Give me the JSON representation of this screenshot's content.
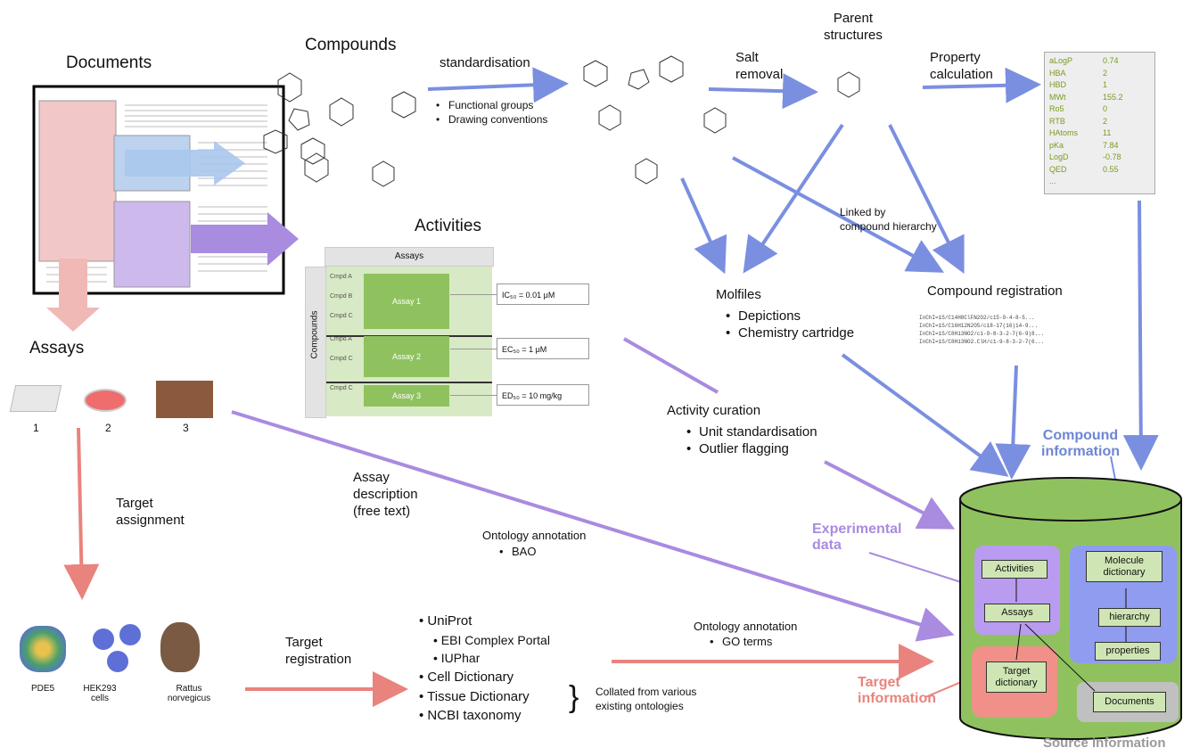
{
  "documents": {
    "title": "Documents"
  },
  "compounds": {
    "title": "Compounds",
    "standardisation": "standardisation",
    "bullets": [
      "Functional groups",
      "Drawing conventions"
    ]
  },
  "salt_removal": "Salt\nremoval",
  "parent_structures": "Parent\nstructures",
  "property_calculation": "Property\ncalculation",
  "properties_table": [
    [
      "aLogP",
      "0.74"
    ],
    [
      "HBA",
      "2"
    ],
    [
      "HBD",
      "1"
    ],
    [
      "MWt",
      "155.2"
    ],
    [
      "Ro5",
      "0"
    ],
    [
      "RTB",
      "2"
    ],
    [
      "HAtoms",
      "11"
    ],
    [
      "pKa",
      "7.84"
    ],
    [
      "LogD",
      "-0.78"
    ],
    [
      "QED",
      "0.55"
    ],
    [
      "...",
      ""
    ]
  ],
  "linked_by": "Linked by\ncompound hierarchy",
  "activities": {
    "title": "Activities",
    "assays_header": "Assays",
    "compounds_label": "Compounds",
    "groups": [
      {
        "cpds": [
          "Cmpd A",
          "Cmpd B",
          "Cmpd C"
        ],
        "assay": "Assay 1",
        "result": "IC₅₀ = 0.01 μM"
      },
      {
        "cpds": [
          "Cmpd A",
          "Cmpd C"
        ],
        "assay": "Assay 2",
        "result": "EC₅₀ = 1 μM"
      },
      {
        "cpds": [
          "Cmpd C"
        ],
        "assay": "Assay 3",
        "result": "ED₅₀ = 10 mg/kg"
      }
    ]
  },
  "molfiles": {
    "title": "Molfiles",
    "bullets": [
      "Depictions",
      "Chemistry cartridge"
    ]
  },
  "compound_registration": {
    "title": "Compound registration",
    "inchi": [
      "InChI=1S/C14H8ClFN2O2/c15-9-4-8-5...",
      "InChI=1S/C16H12N2O5/c18-17(16)14-9...",
      "InChI=1S/C8H13NO2/c1-9-8-3-2-7(6-9)8...",
      "InChI=1S/C8H13NO2.ClH/c1-9-8-3-2-7(6..."
    ]
  },
  "assays": {
    "title": "Assays",
    "nums": [
      "1",
      "2",
      "3"
    ]
  },
  "target_assignment": "Target\nassignment",
  "assay_description": "Assay\ndescription\n(free text)",
  "ontology_bao": {
    "title": "Ontology annotation",
    "bullets": [
      "BAO"
    ]
  },
  "activity_curation": {
    "title": "Activity curation",
    "bullets": [
      "Unit standardisation",
      "Outlier flagging"
    ]
  },
  "targets": {
    "items": [
      {
        "label": "PDE5"
      },
      {
        "label": "HEK293\ncells"
      },
      {
        "label": "Rattus\nnorvegicus"
      }
    ]
  },
  "target_registration": "Target\nregistration",
  "target_sources": {
    "uniprot": "UniProt",
    "sub": [
      "EBI Complex Portal",
      "IUPhar"
    ],
    "others": [
      "Cell Dictionary",
      "Tissue Dictionary",
      "NCBI taxonomy"
    ]
  },
  "collated": "Collated from various\nexisting ontologies",
  "ontology_go": {
    "title": "Ontology annotation",
    "bullets": [
      "GO terms"
    ]
  },
  "db": {
    "compound_information": "Compound\ninformation",
    "experimental_data": "Experimental\ndata",
    "target_information": "Target\ninformation",
    "source_information": "Source information",
    "activities": "Activities",
    "assays": "Assays",
    "molecule_dictionary": "Molecule\ndictionary",
    "hierarchy": "hierarchy",
    "properties": "properties",
    "target_dictionary": "Target\ndictionary",
    "documents": "Documents"
  },
  "colors": {
    "blue": "#7b8fe0",
    "purple": "#a98be0",
    "pink": "#e9837d",
    "green": "#8fc25f",
    "lightgreen": "#cfe6b4"
  }
}
